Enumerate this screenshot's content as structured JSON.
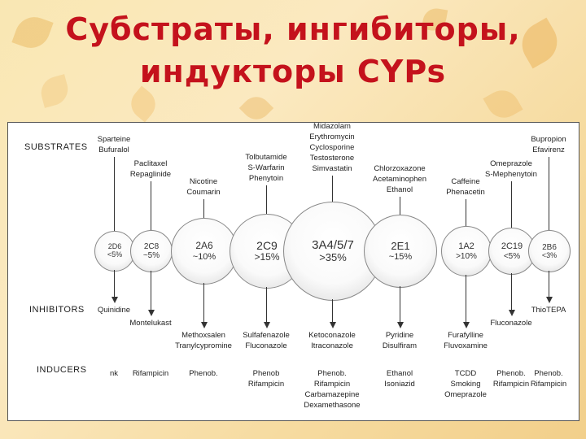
{
  "title": [
    "Субстраты, ингибиторы,",
    "индукторы CYPs"
  ],
  "rows": {
    "substrates": "SUBSTRATES",
    "inhibitors": "INHIBITORS",
    "inducers": "INDUCERS"
  },
  "enzymes": [
    {
      "id": "2D6",
      "pct": "<5%",
      "substrates": [
        "Sparteine",
        "Bufuralol"
      ],
      "inhibitors": [
        "Quinidine"
      ],
      "inducers": [
        "nk"
      ]
    },
    {
      "id": "2C8",
      "pct": "~5%",
      "substrates": [
        "Paclitaxel",
        "Repaglinide"
      ],
      "inhibitors": [
        "Montelukast"
      ],
      "inducers": [
        "Rifampicin"
      ]
    },
    {
      "id": "2A6",
      "pct": "~10%",
      "substrates": [
        "Nicotine",
        "Coumarin"
      ],
      "inhibitors": [
        "Methoxsalen",
        "Tranylcypromine"
      ],
      "inducers": [
        "Phenob."
      ]
    },
    {
      "id": "2C9",
      "pct": ">15%",
      "substrates": [
        "Tolbutamide",
        "S-Warfarin",
        "Phenytoin"
      ],
      "inhibitors": [
        "Sulfafenazole",
        "Fluconazole"
      ],
      "inducers": [
        "Phenob",
        "Rifampicin"
      ]
    },
    {
      "id": "3A4/5/7",
      "pct": ">35%",
      "substrates": [
        "Midazolam",
        "Erythromycin",
        "Cyclosporine",
        "Testosterone",
        "Simvastatin"
      ],
      "inhibitors": [
        "Ketoconazole",
        "Itraconazole"
      ],
      "inducers": [
        "Phenob.",
        "Rifampicin",
        "Carbamazepine",
        "Dexamethasone"
      ]
    },
    {
      "id": "2E1",
      "pct": "~15%",
      "substrates": [
        "Chlorzoxazone",
        "Acetaminophen",
        "Ethanol"
      ],
      "inhibitors": [
        "Pyridine",
        "Disulfiram"
      ],
      "inducers": [
        "Ethanol",
        "Isoniazid"
      ]
    },
    {
      "id": "1A2",
      "pct": ">10%",
      "substrates": [
        "Caffeine",
        "Phenacetin"
      ],
      "inhibitors": [
        "Furafylline",
        "Fluvoxamine"
      ],
      "inducers": [
        "TCDD",
        "Smoking",
        "Omeprazole"
      ]
    },
    {
      "id": "2C19",
      "pct": "<5%",
      "substrates": [
        "Omeprazole",
        "S-Mephenytoin"
      ],
      "inhibitors": [
        "Fluconazole"
      ],
      "inducers": [
        "Phenob.",
        "Rifampicin"
      ]
    },
    {
      "id": "2B6",
      "pct": "<3%",
      "substrates": [
        "Bupropion",
        "Efavirenz"
      ],
      "inhibitors": [
        "ThioTEPA"
      ],
      "inducers": [
        "Phenob.",
        "Rifampicin"
      ]
    }
  ]
}
